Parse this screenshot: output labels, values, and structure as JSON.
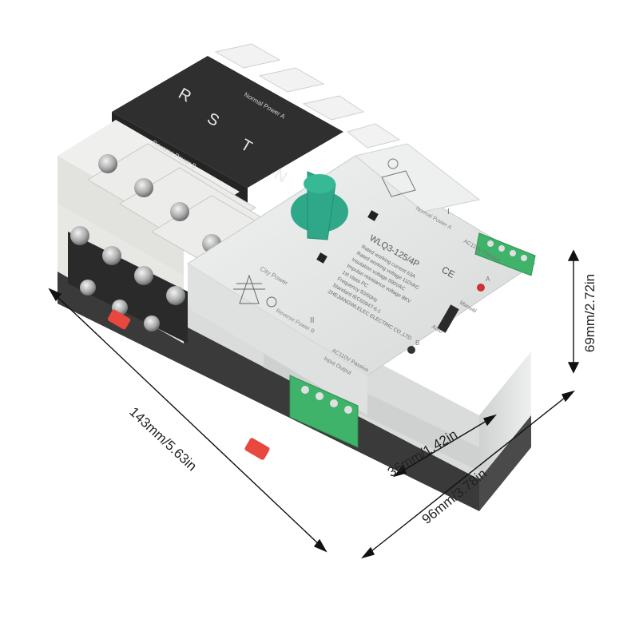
{
  "product": {
    "phase_labels": [
      "R",
      "S",
      "T",
      "N"
    ],
    "normal_power_label": "Normal Power A",
    "reverse_power_label": "Reverse Power B",
    "model": "WLQ3-125/4P",
    "ce_mark": "CE",
    "rating_lines": [
      "Rated working current  63A",
      "Rated working voltage  110VAC",
      "Insulation voltage  690VAC",
      "Impulse resistance voltage  8KV",
      "1st class  PC",
      "Frequency  50/60Hz",
      "Standard  IEC60947-6-1",
      "ZHEJIANGWLELEC ELECTRIC CO.,LTD"
    ],
    "city_power_label": "City Power",
    "marker_one": "I",
    "marker_two": "II",
    "indicator_a": "A",
    "indicator_b": "B",
    "manual_label": "Manual",
    "auto_label": "Auto",
    "terminal_top_label": "AC110V Passive",
    "terminal_bottom_label": "AC110V Passive",
    "terminal_io_label": "Input   Output"
  },
  "dimensions": {
    "length": "143mm/5.63in",
    "depth": "36mm/1.42in",
    "width": "96mm/3.78in",
    "height": "69mm/2.72in"
  },
  "colors": {
    "body": "#e9eaea",
    "black_cover": "#2f2f2f",
    "knob": "#2fa88a",
    "terminal_green": "#3fb36a",
    "latch_red": "#e8483d"
  }
}
